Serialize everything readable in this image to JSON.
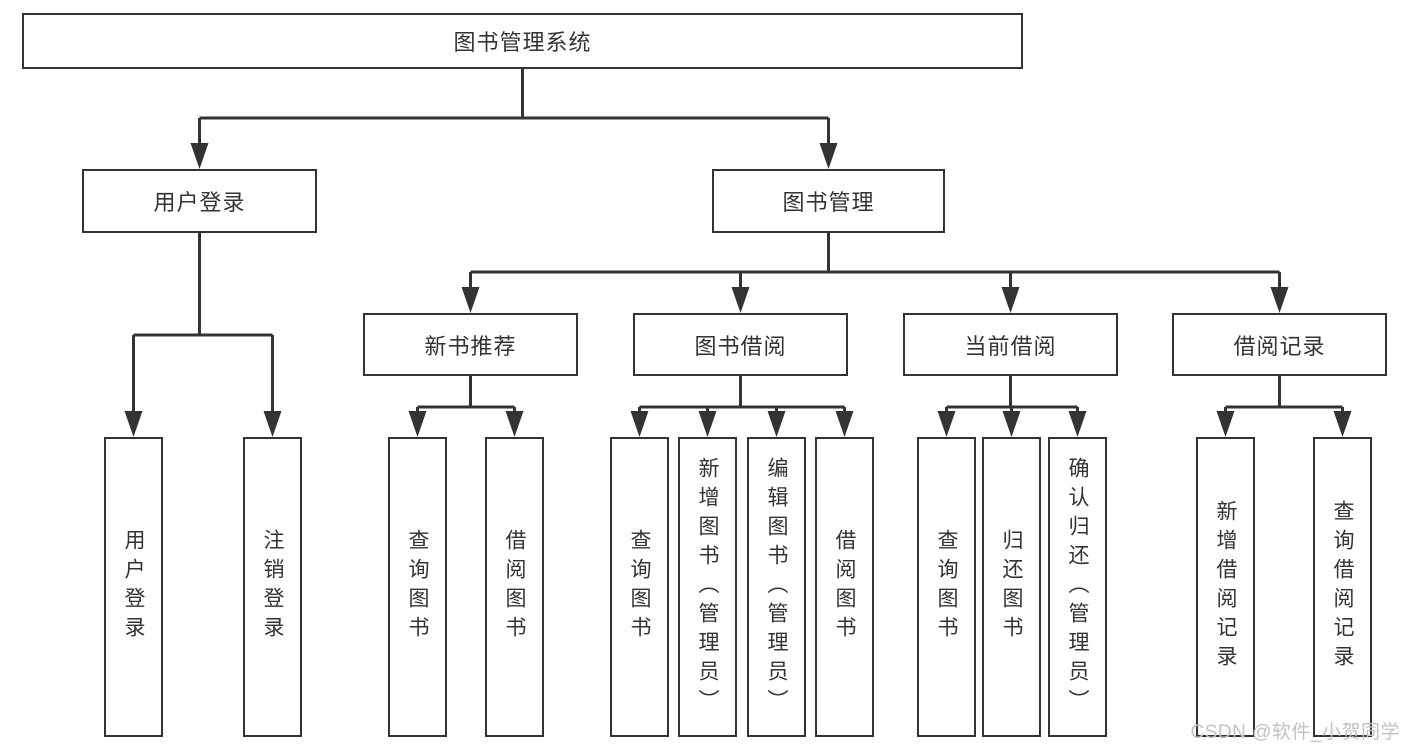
{
  "diagram_title": "图书管理系统",
  "tree": {
    "label": "图书管理系统",
    "children": [
      {
        "label": "用户登录",
        "children": [
          {
            "label": "用户登录"
          },
          {
            "label": "注销登录"
          }
        ]
      },
      {
        "label": "图书管理",
        "children": [
          {
            "label": "新书推荐",
            "children": [
              {
                "label": "查询图书"
              },
              {
                "label": "借阅图书"
              }
            ]
          },
          {
            "label": "图书借阅",
            "children": [
              {
                "label": "查询图书"
              },
              {
                "label": "新增图书（管理员）"
              },
              {
                "label": "编辑图书（管理员）"
              },
              {
                "label": "借阅图书"
              }
            ]
          },
          {
            "label": "当前借阅",
            "children": [
              {
                "label": "查询图书"
              },
              {
                "label": "归还图书"
              },
              {
                "label": "确认归还（管理员）"
              }
            ]
          },
          {
            "label": "借阅记录",
            "children": [
              {
                "label": "新增借阅记录"
              },
              {
                "label": "查询借阅记录"
              }
            ]
          }
        ]
      }
    ]
  },
  "watermark": {
    "text": "CSDN @软件_小贺同学",
    "color": "#c2c2c2"
  },
  "colors": {
    "background": "#ffffff",
    "line": "#333333",
    "box_border": "#333333",
    "text": "#333333"
  }
}
